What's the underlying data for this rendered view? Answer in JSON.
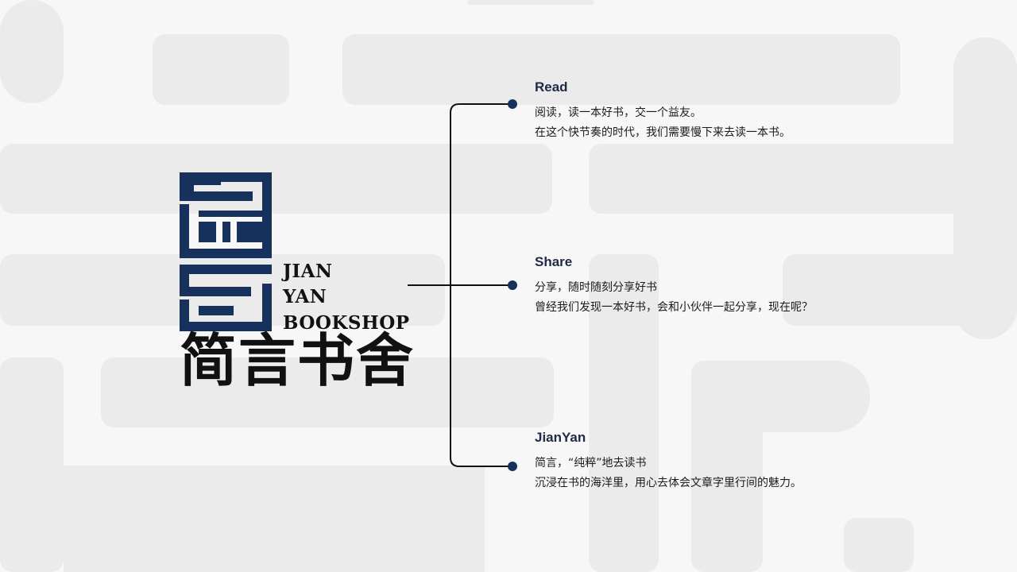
{
  "brand": {
    "english_lines": [
      "JIAN",
      "YAN",
      "BOOKSHOP"
    ],
    "chinese_name": "简言书舍",
    "accent_color": "#16325c"
  },
  "nodes": [
    {
      "title": "Read",
      "lines": [
        "阅读，读一本好书，交一个益友。",
        "在这个快节奏的时代，我们需要慢下来去读一本书。"
      ]
    },
    {
      "title": "Share",
      "lines": [
        "分享，随时随刻分享好书",
        "曾经我们发现一本好书，会和小伙伴一起分享，现在呢？"
      ]
    },
    {
      "title": "JianYan",
      "lines": [
        "简言，“纯粹”地去读书",
        "沉浸在书的海洋里，用心去体会文章字里行间的魅力。"
      ]
    }
  ],
  "colors": {
    "background": "#f8f7f7",
    "watermark": "#ebebeb",
    "connector": "#111111",
    "dot": "#16325c"
  }
}
